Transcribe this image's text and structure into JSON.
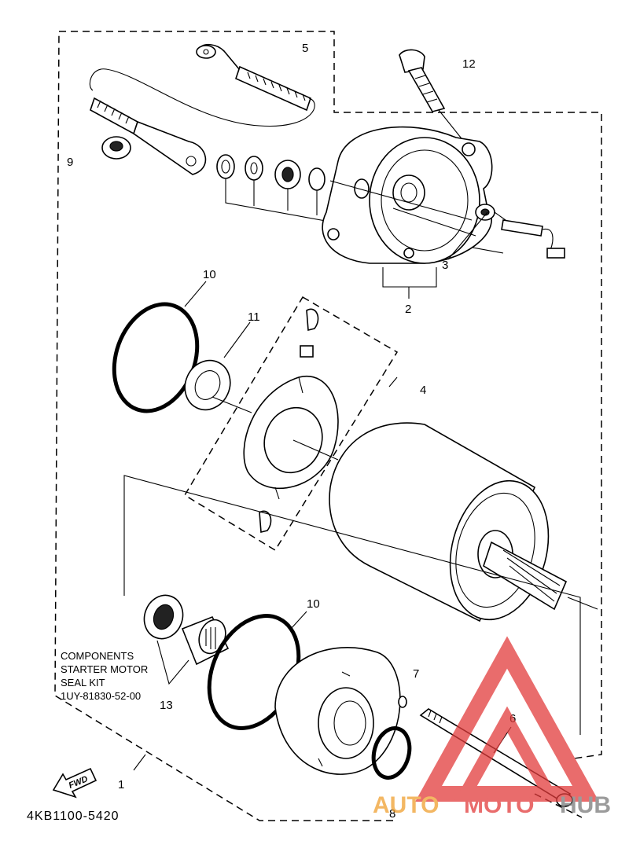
{
  "callouts": {
    "c1": "1",
    "c2": "2",
    "c3": "3",
    "c4": "4",
    "c5": "5",
    "c6": "6",
    "c7": "7",
    "c8": "8",
    "c9": "9",
    "c10a": "10",
    "c10b": "10",
    "c11": "11",
    "c12": "12",
    "c13": "13"
  },
  "note": {
    "line1": "COMPONENTS",
    "line2": "STARTER MOTOR",
    "line3": "SEAL KIT",
    "line4": "1UY-81830-52-00"
  },
  "fwd_label": "FWD",
  "drawing_code": "4KB1100-5420",
  "watermark": {
    "text_auto": "AUTO",
    "text_moto": "MOTO",
    "text_hub": "HUB",
    "color_red": "#e23b3b",
    "color_orange": "#f0a030",
    "color_grey": "#7a7a7a"
  }
}
